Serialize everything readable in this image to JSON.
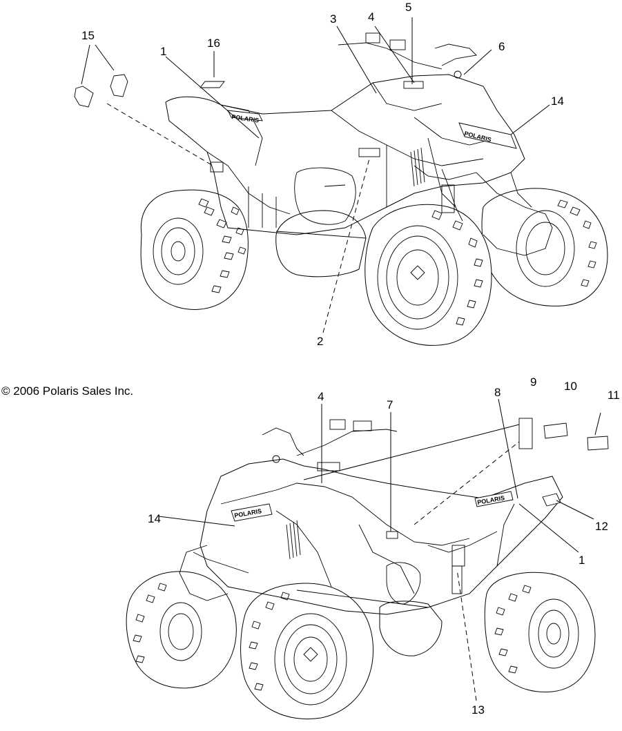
{
  "copyright": "© 2006 Polaris Sales Inc.",
  "decal_logo": "POLARIS",
  "top_view": {
    "callouts": [
      "15",
      "16",
      "1",
      "3",
      "4",
      "5",
      "6",
      "14",
      "2"
    ]
  },
  "bottom_view": {
    "callouts": [
      "4",
      "7",
      "8",
      "9",
      "10",
      "11",
      "14",
      "12",
      "1",
      "13"
    ]
  }
}
